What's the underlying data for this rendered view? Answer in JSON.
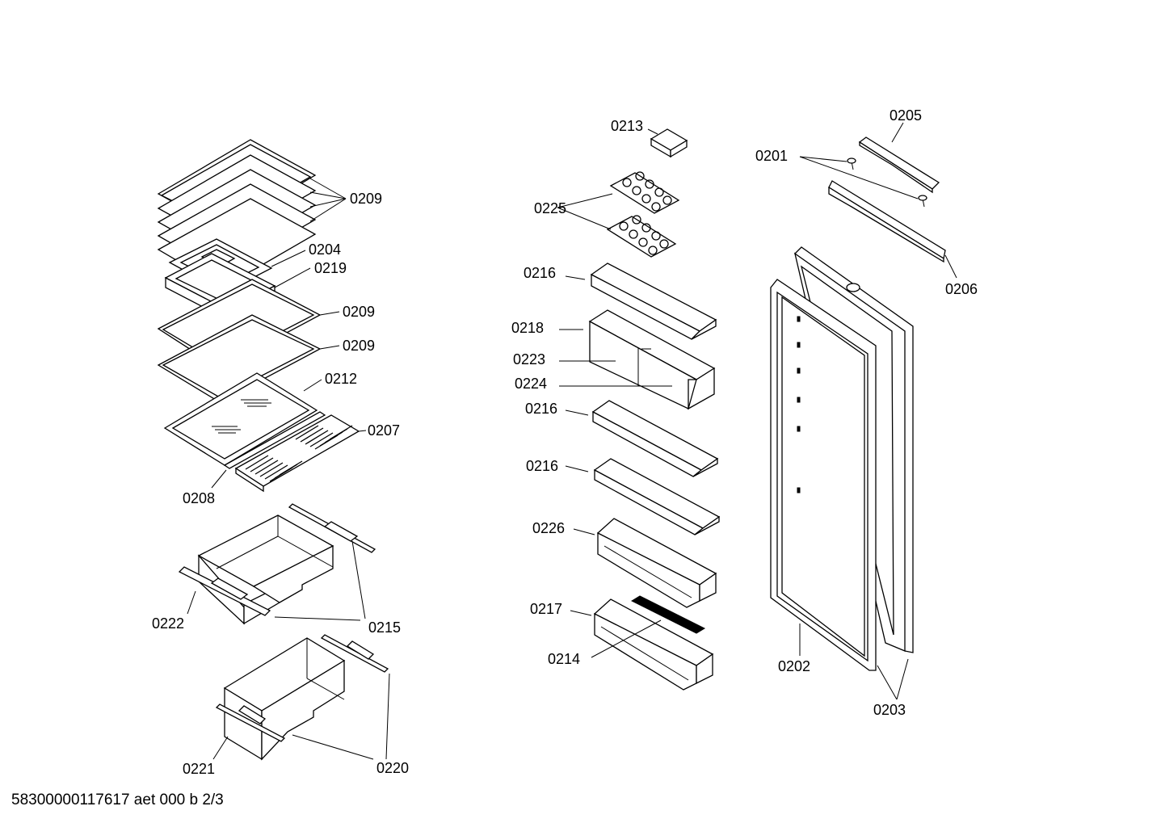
{
  "footer_text": "58300000117617 aet 000 b 2/3",
  "labels": {
    "l0209a": "0209",
    "l0204": "0204",
    "l0219": "0219",
    "l0209b": "0209",
    "l0209c": "0209",
    "l0212": "0212",
    "l0207": "0207",
    "l0208": "0208",
    "l0222": "0222",
    "l0215": "0215",
    "l0221": "0221",
    "l0220": "0220",
    "l0213": "0213",
    "l0225": "0225",
    "l0216a": "0216",
    "l0218": "0218",
    "l0223": "0223",
    "l0224": "0224",
    "l0216b": "0216",
    "l0216c": "0216",
    "l0226": "0226",
    "l0217": "0217",
    "l0214": "0214",
    "l0205": "0205",
    "l0201": "0201",
    "l0206": "0206",
    "l0202": "0202",
    "l0203": "0203"
  }
}
